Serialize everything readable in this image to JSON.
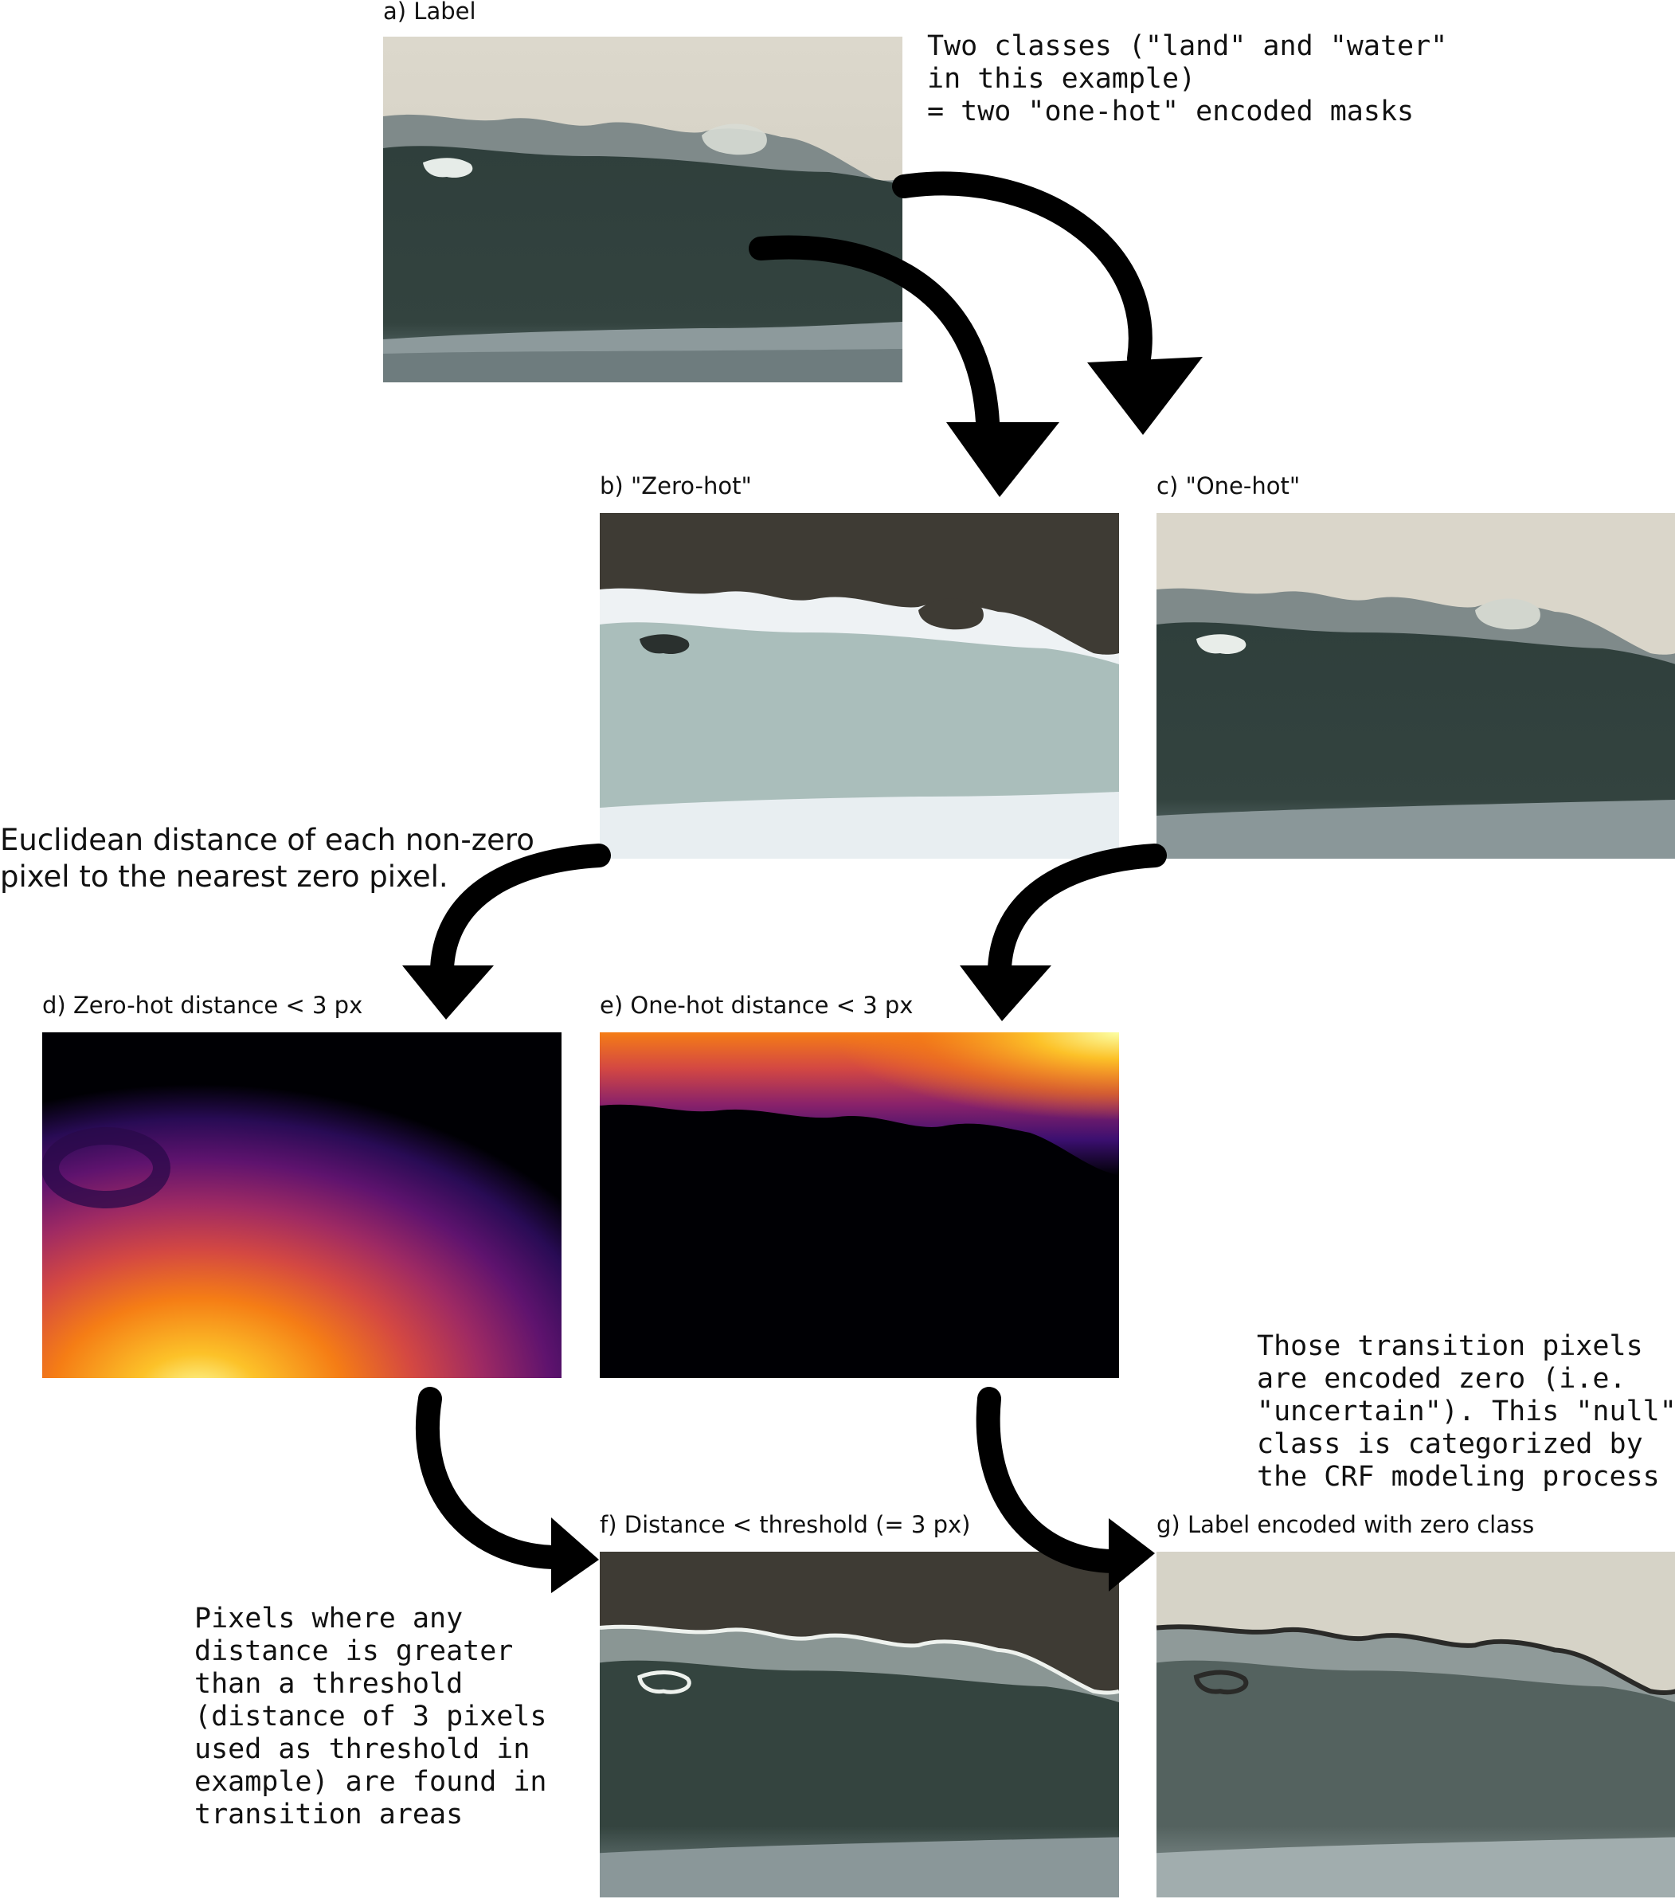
{
  "panels": {
    "a": {
      "caption": "a) Label"
    },
    "b": {
      "caption": "b) \"Zero-hot\""
    },
    "c": {
      "caption": "c) \"One-hot\""
    },
    "d": {
      "caption": "d) Zero-hot distance < 3 px"
    },
    "e": {
      "caption": "e) One-hot distance < 3 px"
    },
    "f": {
      "caption": "f) Distance < threshold (= 3 px)"
    },
    "g": {
      "caption": "g) Label encoded with zero class"
    }
  },
  "notes": {
    "classes": [
      "Two classes (\"land\" and \"water\"",
      "in this example)",
      "",
      "= two \"one-hot\" encoded masks"
    ],
    "euclidean": [
      "Euclidean distance of each non-zero",
      "pixel to the nearest zero pixel."
    ],
    "transition": [
      "Those transition pixels",
      "are encoded zero (i.e.",
      "\"uncertain\"). This \"null\"",
      "class is categorized by",
      "the CRF modeling process"
    ],
    "threshold": [
      "Pixels where any",
      "distance is greater",
      "than a threshold",
      "(distance of 3 pixels",
      "used as threshold in",
      "example) are found in",
      "transition areas"
    ]
  },
  "colors": {
    "sand": "#d9d5c8",
    "dark_sand": "#3d3a33",
    "sea": "#2e3d3a",
    "light_sea": "#a9bcb8",
    "foam": "#e8eef0",
    "arrow": "#000000",
    "inferno": [
      "#000004",
      "#420a68",
      "#932667",
      "#dd513a",
      "#fca50a",
      "#fcffa4"
    ]
  }
}
